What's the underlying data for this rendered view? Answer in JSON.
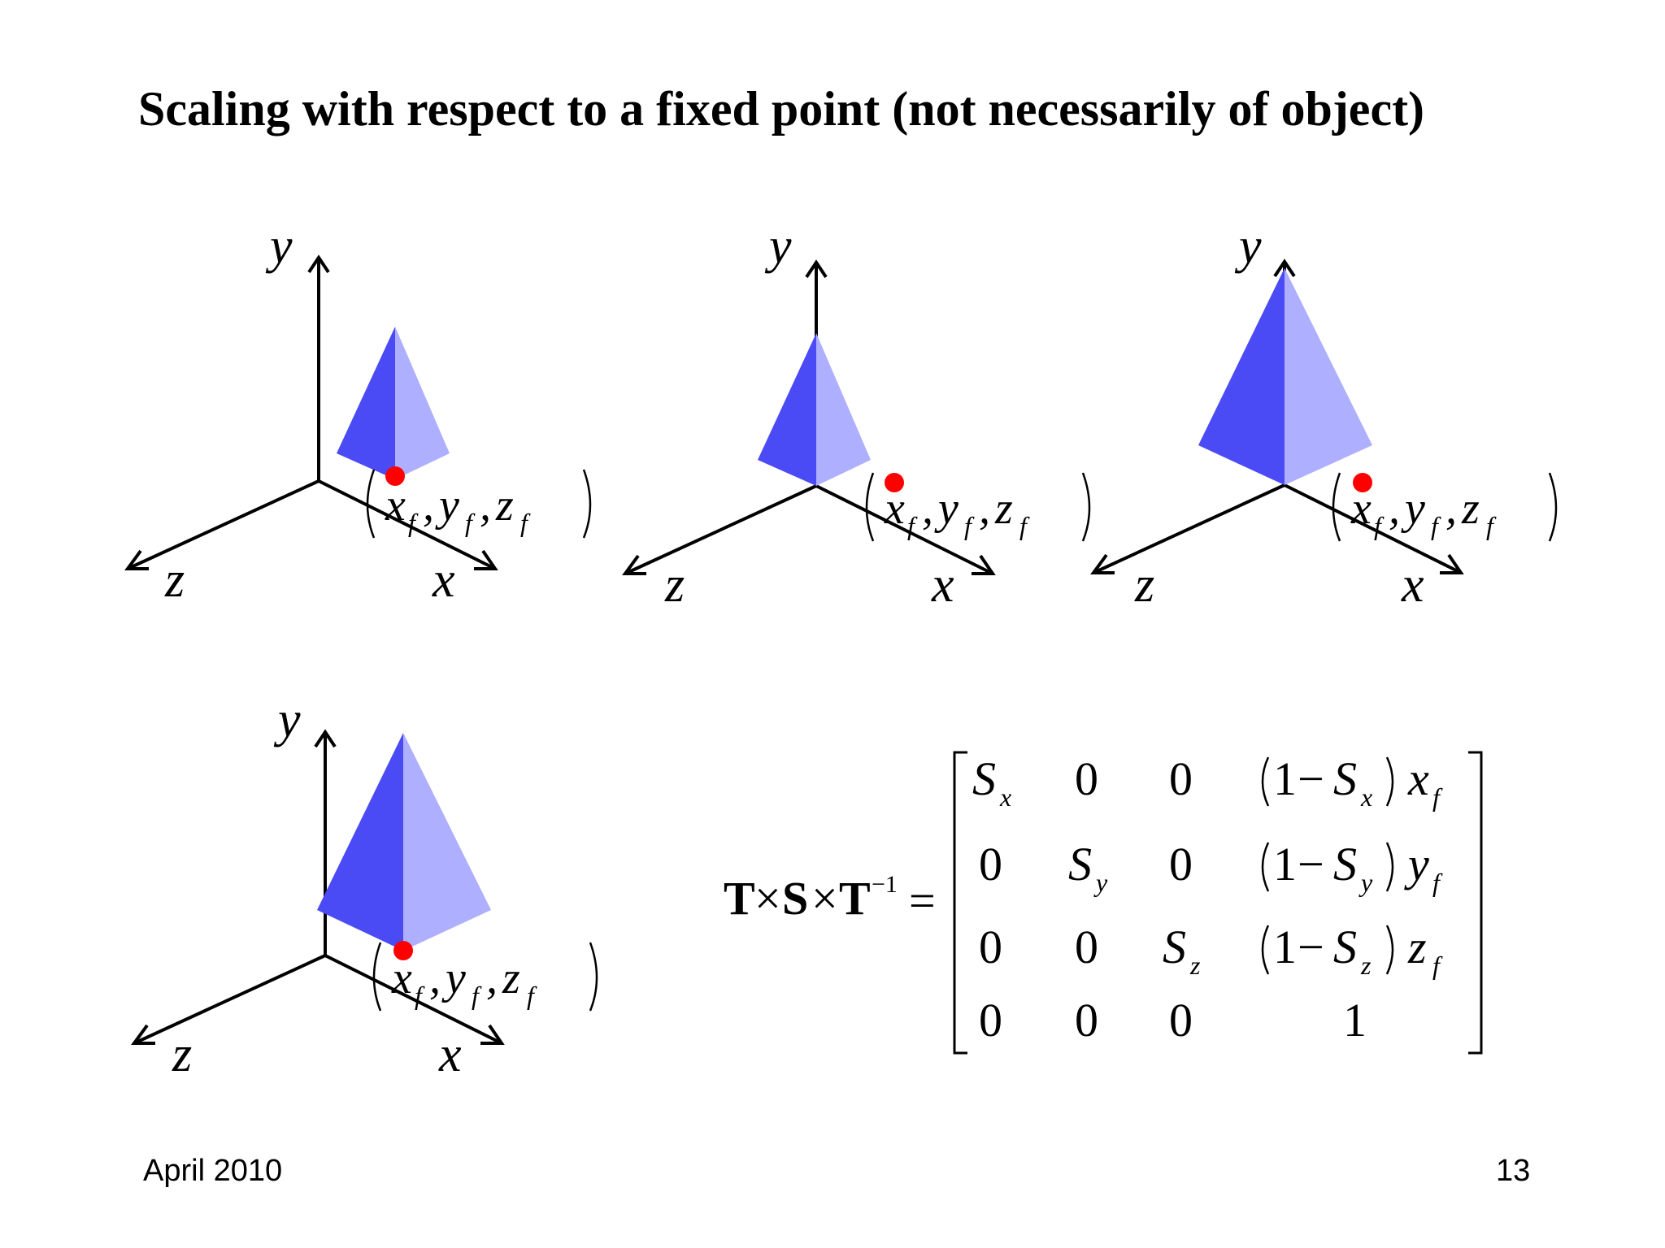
{
  "slide": {
    "title": "Scaling with respect to a fixed point (not necessarily of object)",
    "footer_date": "April 2010",
    "page_number": "13"
  },
  "axes": {
    "x": "x",
    "y": "y",
    "z": "z"
  },
  "fixed_point": {
    "x": "x",
    "y": "y",
    "z": "z",
    "sub": "f",
    "comma": ","
  },
  "colors": {
    "dark_face": "#4b4bf5",
    "light_face": "#afafff",
    "point": "#ff0000",
    "stroke": "#000000"
  },
  "matrix": {
    "lhs": {
      "T": "T",
      "times": "×",
      "S": "S",
      "sup": "−1",
      "eq": "="
    },
    "sym": {
      "S": "S",
      "zero": "0",
      "one": "1",
      "minus": "−",
      "sx": "x",
      "sy": "y",
      "sz": "z"
    }
  }
}
